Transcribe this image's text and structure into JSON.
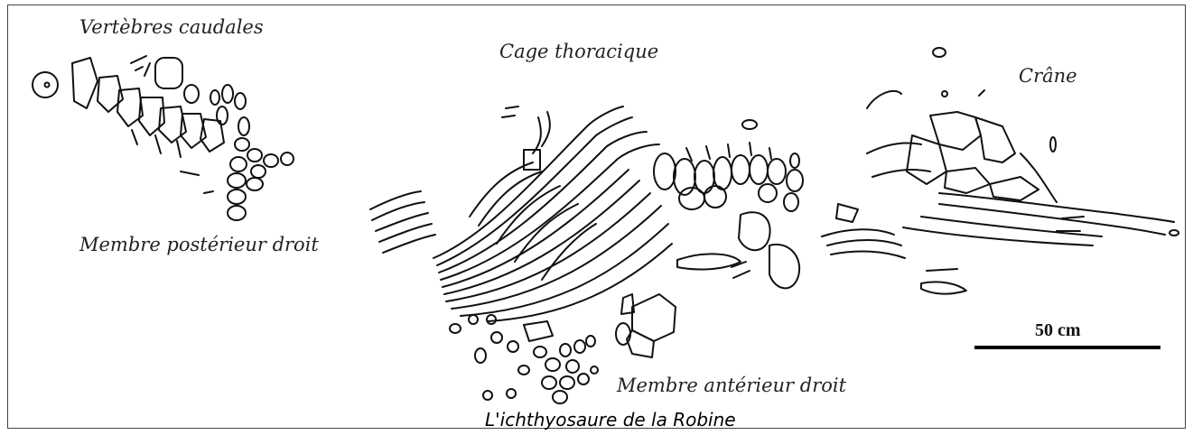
{
  "labels": {
    "caudal_vertebrae": "Vertèbres caudales",
    "rib_cage": "Cage thoracique",
    "skull": "Crâne",
    "hind_limb": "Membre postérieur droit",
    "fore_limb": "Membre antérieur droit"
  },
  "scale": {
    "label": "50 cm"
  },
  "caption": "L'ichthyosaure de la Robine",
  "colors": {
    "ink": "#111111",
    "frame": "#444444",
    "background": "#ffffff"
  }
}
